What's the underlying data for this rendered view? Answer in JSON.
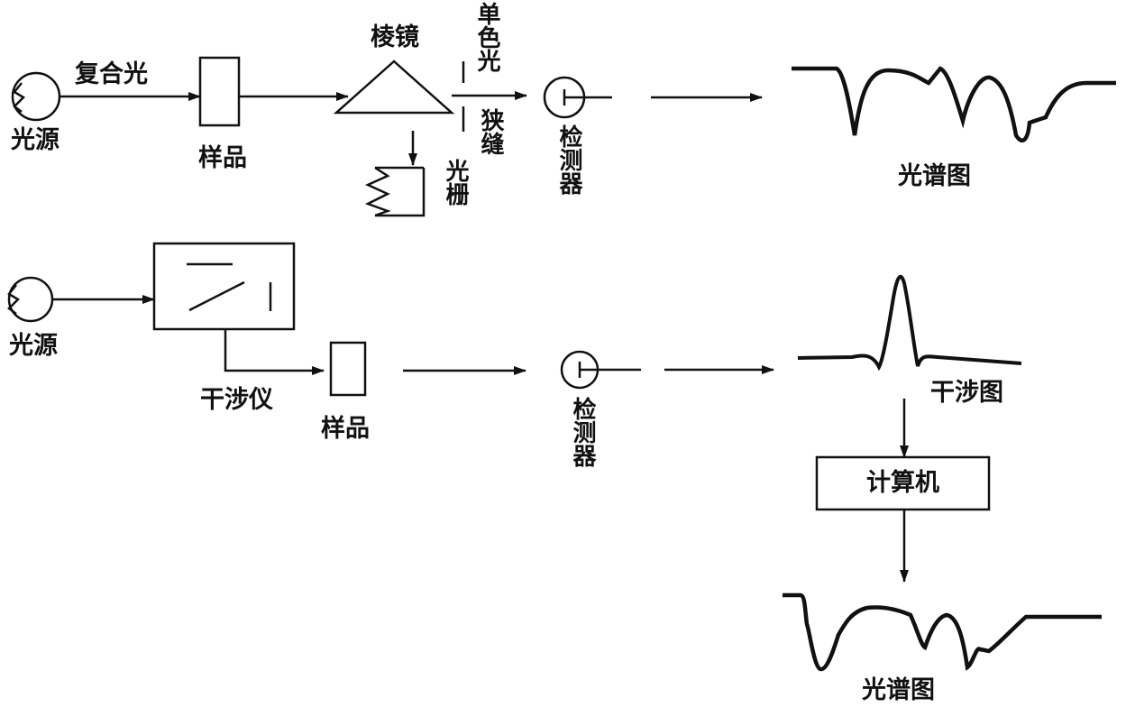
{
  "labels": {
    "top_source": "光源",
    "composite_light": "复合光",
    "top_sample": "样品",
    "prism": "棱镜",
    "mono_light": "单色光",
    "slit": "狭缝",
    "grating": "光栅",
    "top_detector": "检测器",
    "top_spectrum": "光谱图",
    "bottom_source": "光源",
    "interferometer": "干涉仪",
    "bottom_sample": "样品",
    "bottom_detector": "检测器",
    "interferogram": "干涉图",
    "computer": "计算机",
    "bottom_spectrum": "光谱图"
  }
}
